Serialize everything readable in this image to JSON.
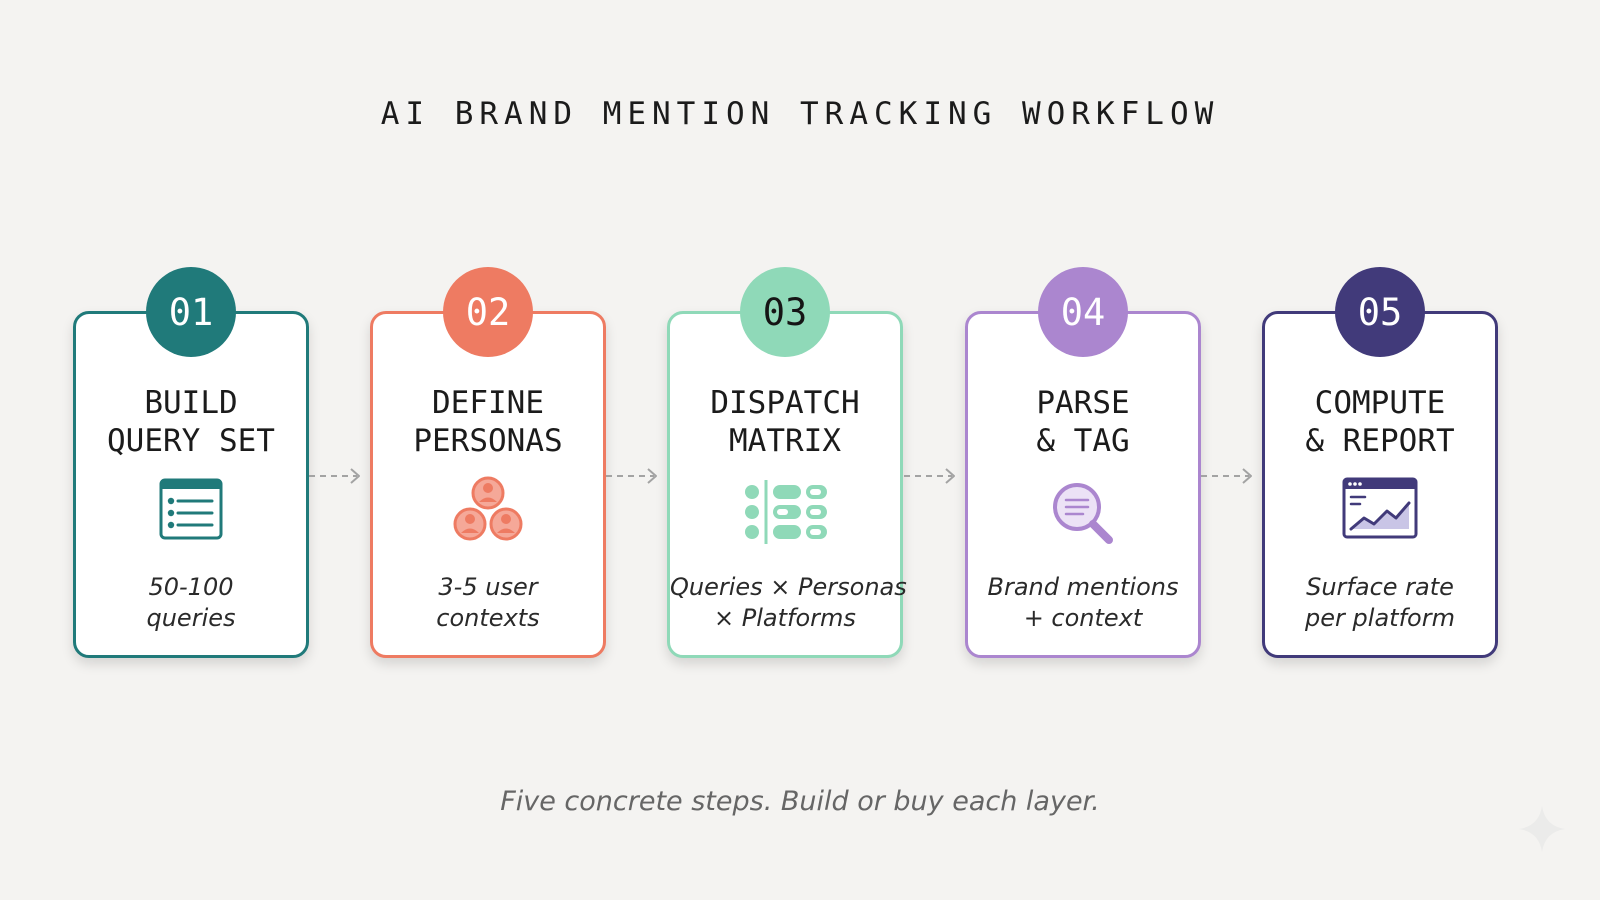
{
  "title": "AI BRAND MENTION TRACKING WORKFLOW",
  "steps": [
    {
      "number": "01",
      "heading": [
        "BUILD",
        "QUERY SET"
      ],
      "description": [
        "50-100",
        "queries"
      ],
      "color": "#207a7a",
      "icon": "list-document-icon"
    },
    {
      "number": "02",
      "heading": [
        "DEFINE",
        "PERSONAS"
      ],
      "description": [
        "3-5 user",
        "contexts"
      ],
      "color": "#ee7b62",
      "icon": "personas-group-icon"
    },
    {
      "number": "03",
      "heading": [
        "DISPATCH",
        "MATRIX"
      ],
      "description": [
        "Queries × Personas",
        "× Platforms"
      ],
      "color": "#8fd9b8",
      "icon": "dispatch-matrix-icon"
    },
    {
      "number": "04",
      "heading": [
        "PARSE",
        "& TAG"
      ],
      "description": [
        "Brand mentions",
        "+ context"
      ],
      "color": "#ab86cf",
      "icon": "magnifier-icon"
    },
    {
      "number": "05",
      "heading": [
        "COMPUTE",
        "& REPORT"
      ],
      "description": [
        "Surface rate",
        "per platform"
      ],
      "color": "#413a7a",
      "icon": "chart-report-icon"
    }
  ],
  "caption": "Five concrete steps. Build or buy each layer.",
  "colors": {
    "background": "#f4f3f1",
    "connector": "#a3a3a3",
    "caption": "#666666"
  }
}
